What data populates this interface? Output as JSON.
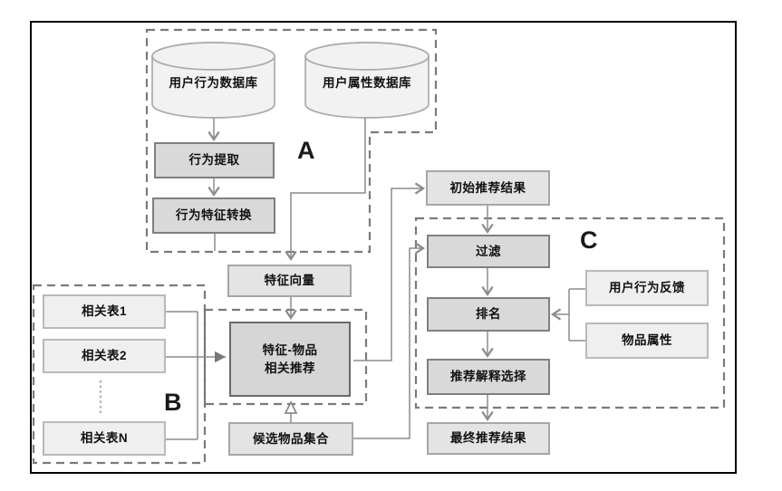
{
  "diagram": {
    "regions": {
      "a": {
        "label": "A"
      },
      "b": {
        "label": "B"
      },
      "c": {
        "label": "C"
      }
    },
    "nodes": {
      "user_behavior_db": {
        "label": "用户行为数据库"
      },
      "user_attribute_db": {
        "label": "用户属性数据库"
      },
      "behavior_extraction": {
        "label": "行为提取"
      },
      "behavior_feature_transform": {
        "label": "行为特征转换"
      },
      "feature_vector": {
        "label": "特征向量"
      },
      "initial_results": {
        "label": "初始推荐结果"
      },
      "related_table_1": {
        "label": "相关表1"
      },
      "related_table_2": {
        "label": "相关表2"
      },
      "related_table_n": {
        "label": "相关表N"
      },
      "feature_item_rec": {
        "line1": "特征-物品",
        "line2": "相关推荐"
      },
      "candidate_items": {
        "label": "候选物品集合"
      },
      "filter": {
        "label": "过滤"
      },
      "ranking": {
        "label": "排名"
      },
      "explanation_selection": {
        "label": "推荐解释选择"
      },
      "final_results": {
        "label": "最终推荐结果"
      },
      "user_behavior_feedback": {
        "label": "用户行为反馈"
      },
      "item_attributes": {
        "label": "物品属性"
      }
    },
    "colors": {
      "frame": "#000000",
      "dashed_region": "#7a7a7a",
      "connector": "#8c8c8c",
      "process_fill": "#d9d9d9",
      "data_fill": "#e4e4e4",
      "input_fill": "#efefef",
      "cylinder_fill": "#f2f2f2"
    }
  }
}
